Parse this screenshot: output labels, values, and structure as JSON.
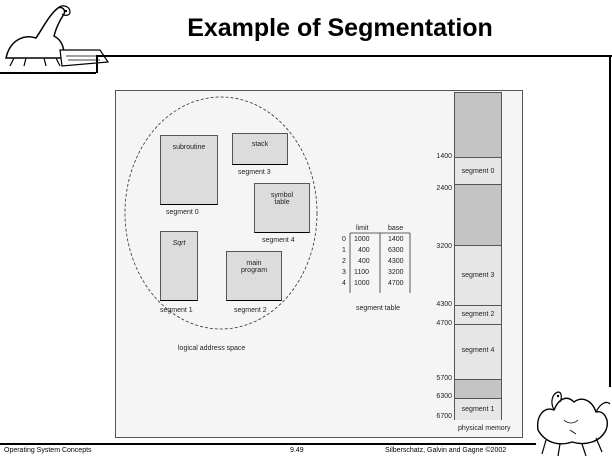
{
  "slide": {
    "title": "Example of Segmentation",
    "footer_left": "Operating System Concepts",
    "footer_center": "9.49",
    "footer_right": "Silberschatz, Galvin and  Gagne ©2002"
  },
  "logical_space": {
    "caption": "logical address space",
    "segments": [
      {
        "box_text": "subroutine",
        "label": "segment 0"
      },
      {
        "box_text": "stack",
        "label": "segment 3"
      },
      {
        "box_text": "symbol\ntable",
        "label": "segment 4"
      },
      {
        "box_text": "Sqrt",
        "label": "segment 1"
      },
      {
        "box_text": "main\nprogram",
        "label": "segment 2"
      }
    ]
  },
  "segment_table": {
    "caption": "segment table",
    "headers": [
      "limit",
      "base"
    ],
    "rows": [
      {
        "index": "0",
        "limit": "1000",
        "base": "1400"
      },
      {
        "index": "1",
        "limit": "400",
        "base": "6300"
      },
      {
        "index": "2",
        "limit": "400",
        "base": "4300"
      },
      {
        "index": "3",
        "limit": "1100",
        "base": "3200"
      },
      {
        "index": "4",
        "limit": "1000",
        "base": "4700"
      }
    ]
  },
  "physical_memory": {
    "caption": "physical memory",
    "addresses": [
      "1400",
      "2400",
      "3200",
      "4300",
      "4700",
      "5700",
      "6300",
      "6700"
    ],
    "segments": [
      "segment 0",
      "segment 3",
      "segment 2",
      "segment 4",
      "segment 1"
    ]
  },
  "colors": {
    "segment_fill": "#dcdcdc",
    "free_fill": "#c4c4c4",
    "figure_bg": "#f5f5f5"
  }
}
